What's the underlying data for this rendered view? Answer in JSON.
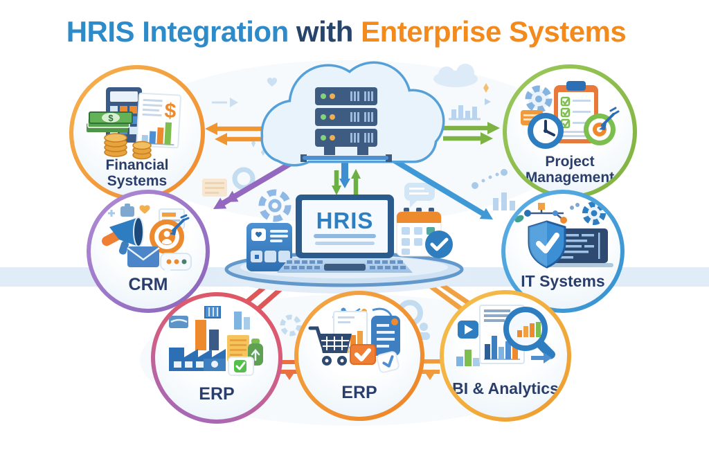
{
  "title": {
    "segments": [
      {
        "text": "HRIS Integration",
        "color": "#2E8BC9"
      },
      {
        "text": " with ",
        "color": "#27456B"
      },
      {
        "text": "Enterprise Systems",
        "color": "#F28A1E"
      }
    ]
  },
  "hub": {
    "screen_label": "HRIS",
    "cloud_icon": "cloud-server-icon",
    "accent_color": "#4A9FD8"
  },
  "nodes": {
    "financial": {
      "label": "Financial Systems",
      "accent": "#F2A24B",
      "icons": [
        "calculator-icon",
        "money-bills-icon",
        "coins-icon",
        "financial-report-icon"
      ]
    },
    "project": {
      "label": "Project Management",
      "accent": "#8CBF4F",
      "icons": [
        "gear-icon",
        "clipboard-checklist-icon",
        "clock-icon",
        "target-icon"
      ]
    },
    "crm": {
      "label": "CRM",
      "accent": "#9C77C9",
      "icons": [
        "megaphone-icon",
        "customer-target-icon",
        "envelope-icon",
        "chat-bubble-icon"
      ]
    },
    "it": {
      "label": "IT Systems",
      "accent": "#49A0DB",
      "icons": [
        "network-nodes-icon",
        "gear-icon",
        "shield-check-icon",
        "code-terminal-icon"
      ]
    },
    "erp_left": {
      "label": "ERP",
      "accent": "#E05B63",
      "icons": [
        "factory-icon",
        "document-icon",
        "package-icon",
        "check-card-icon"
      ]
    },
    "erp_center": {
      "label": "ERP",
      "accent": "#F0952F",
      "icons": [
        "shopping-cart-icon",
        "report-icon",
        "clipboard-icon",
        "check-box-icon"
      ]
    },
    "bi": {
      "label": "BI & Analytics",
      "accent": "#F2AE3C",
      "icons": [
        "play-button-icon",
        "bar-chart-icon",
        "magnifier-icon",
        "arrow-icon"
      ]
    }
  },
  "connections": [
    {
      "from": "cloud",
      "to": "financial-systems",
      "style": "double-arrow",
      "color": "#F0952F"
    },
    {
      "from": "cloud",
      "to": "project-management",
      "style": "double-arrow",
      "color": "#7CB342"
    },
    {
      "from": "cloud",
      "to": "crm",
      "style": "arrow",
      "color": "#9468BE"
    },
    {
      "from": "cloud",
      "to": "it-systems",
      "style": "arrow",
      "color": "#3F99D6"
    },
    {
      "from": "cloud",
      "to": "hris-laptop",
      "style": "bidirectional-arrows",
      "color": "#6CB043"
    },
    {
      "from": "hris-platform",
      "to": "erp-left",
      "style": "double-line",
      "color": "#DD5757"
    },
    {
      "from": "hris-platform",
      "to": "erp-center",
      "style": "double-arrow",
      "color": "#F0952F"
    },
    {
      "from": "hris-platform",
      "to": "bi-analytics",
      "style": "double-line",
      "color": "#F0A143"
    },
    {
      "from": "erp-left",
      "to": "erp-center",
      "style": "double-line",
      "color": "#E8713F"
    },
    {
      "from": "erp-center",
      "to": "bi-analytics",
      "style": "double-line",
      "color": "#F09A3C"
    }
  ]
}
